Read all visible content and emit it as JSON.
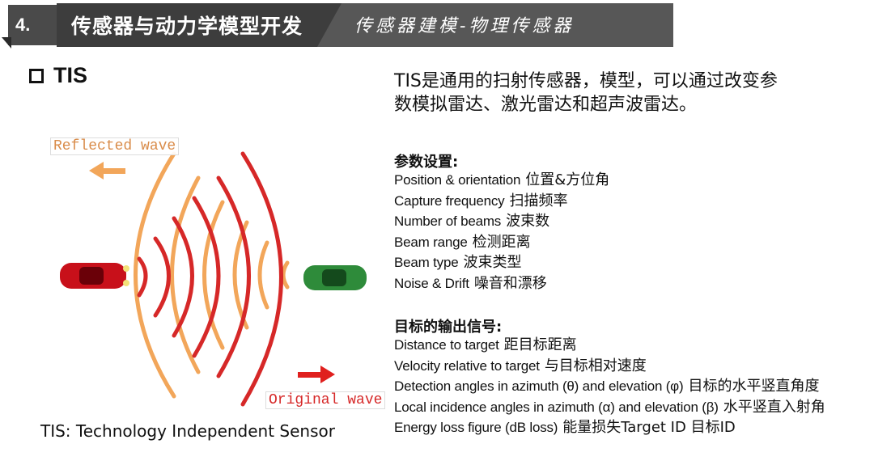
{
  "header": {
    "number": "4.",
    "title": "传感器与动力学模型开发",
    "subtitle": "传感器建模-物理传感器"
  },
  "section": {
    "title": "TIS"
  },
  "intro": {
    "line1": "TIS是通用的扫射传感器，模型，可以通过改变参",
    "line2": "数模拟雷达、激光雷达和超声波雷达。"
  },
  "illustration": {
    "reflected_label": "Reflected wave",
    "original_label": "Original wave",
    "colors": {
      "reflected": "#f2a65a",
      "original": "#d62828",
      "car_ego": "#c8101a",
      "car_target": "#2e8b3a"
    },
    "icons": [
      "left-arrow-icon",
      "right-arrow-icon",
      "red-car-icon",
      "green-car-icon"
    ]
  },
  "caption": "TIS: Technology Independent Sensor",
  "params": {
    "title": "参数设置:",
    "items": [
      {
        "en": "Position & orientation",
        "zh": "位置&方位角"
      },
      {
        "en": "Capture frequency",
        "zh": "扫描频率"
      },
      {
        "en": "Number of beams",
        "zh": "波束数"
      },
      {
        "en": "Beam range",
        "zh": "检测距离"
      },
      {
        "en": "Beam type",
        "zh": "波束类型"
      },
      {
        "en": "Noise & Drift",
        "zh": "噪音和漂移"
      }
    ]
  },
  "outputs": {
    "title": "目标的输出信号:",
    "items": [
      {
        "en": "Distance to target",
        "zh": "距目标距离"
      },
      {
        "en": "Velocity relative to target",
        "zh": "与目标相对速度"
      },
      {
        "en": "Detection angles in azimuth (θ) and elevation (φ)",
        "zh": "目标的水平竖直角度"
      },
      {
        "en": "Local incidence angles in azimuth (α) and elevation (β)",
        "zh": "水平竖直入射角"
      },
      {
        "en": "Energy loss figure (dB loss)",
        "zh": "能量损失Target ID  目标ID"
      }
    ]
  }
}
